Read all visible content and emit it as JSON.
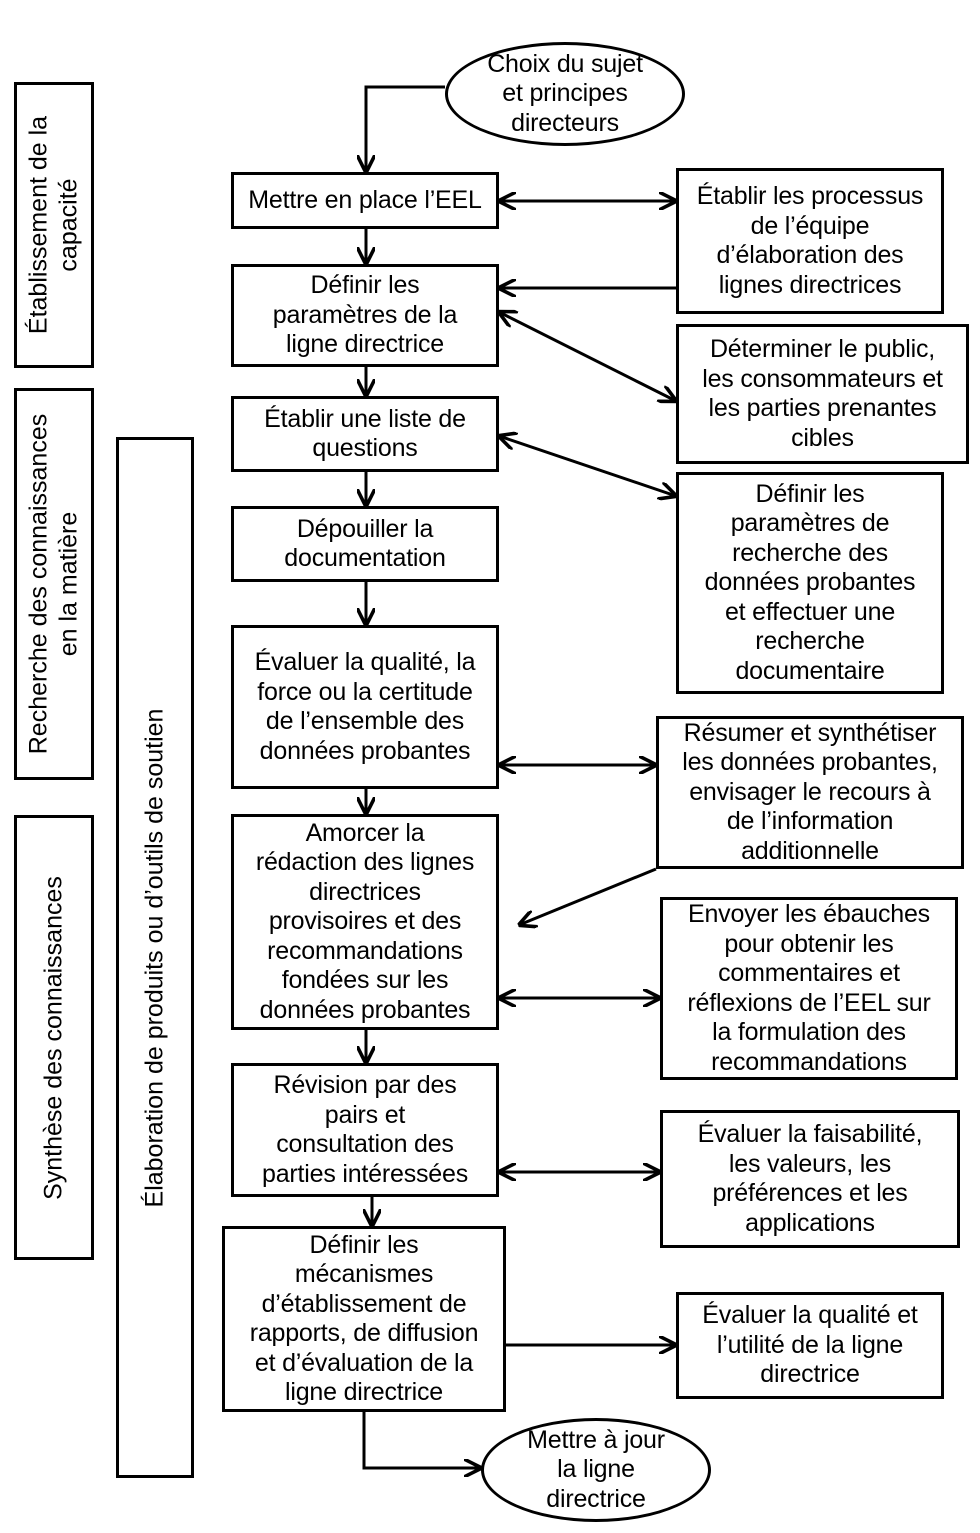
{
  "phases": {
    "capacity": "Établissement de la\ncapacité",
    "research": "Recherche des connaissances\nen la matière",
    "synthesis": "Synthèse des connaissances",
    "tools": "Élaboration de produits ou d’outils de soutien"
  },
  "start_oval": "Choix du sujet\net principes\ndirecteurs",
  "end_oval": "Mettre à jour\nla ligne\ndirectrice",
  "steps": [
    "Mettre en place l’EEL",
    "Définir les\nparamètres de la\nligne directrice",
    "Établir une liste de\nquestions",
    "Dépouiller la\ndocumentation",
    "Évaluer la qualité, la\nforce ou la certitude\nde l’ensemble des\ndonnées probantes",
    "Amorcer la\nrédaction des lignes\ndirectrices\nprovisoires et des\nrecommandations\nfondées sur les\ndonnées probantes",
    "Révision par des\npairs et\nconsultation des\nparties intéressées",
    "Définir les\nmécanismes\nd’établissement de\nrapports, de diffusion\net d’évaluation de la\nligne directrice"
  ],
  "side_tasks": [
    "Établir les processus\nde l’équipe\nd’élaboration des\nlignes directrices",
    "Déterminer le public,\nles consommateurs et\nles parties prenantes\ncibles",
    "Définir les\nparamètres de\nrecherche des\ndonnées probantes\net effectuer une\nrecherche\ndocumentaire",
    "Résumer et synthétiser\nles données probantes,\nenvisager le recours à\nde l’information\nadditionnelle",
    "Envoyer les ébauches\npour obtenir les\ncommentaires et\nréflexions de l’EEL sur\nla formulation des\nrecommandations",
    "Évaluer la faisabilité,\nles valeurs, les\npréférences et les\napplications",
    "Évaluer la qualité et\nl’utilité de la ligne\ndirectrice"
  ]
}
